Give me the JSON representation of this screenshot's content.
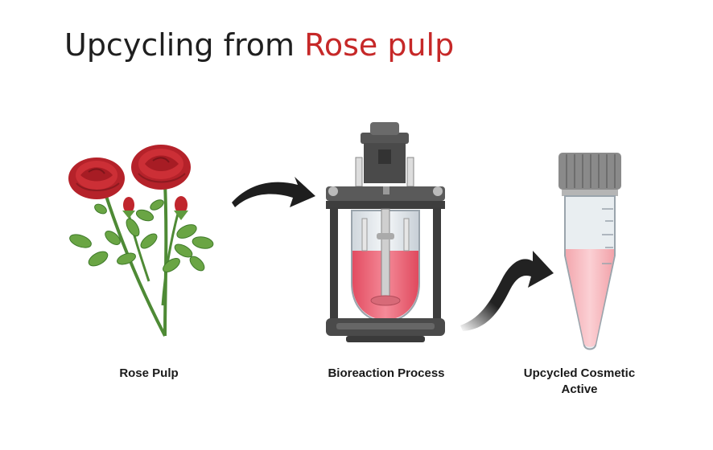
{
  "title": {
    "prefix": "Upcycling from ",
    "highlight": "Rose pulp",
    "highlight_color": "#c62828"
  },
  "steps": [
    {
      "label": "Rose Pulp",
      "icon": "rose-icon"
    },
    {
      "label": "Bioreaction Process",
      "icon": "bioreactor-icon"
    },
    {
      "label": "Upcycled Cosmetic\nActive",
      "icon": "test-tube-icon"
    }
  ],
  "arrows": [
    {
      "from": "Rose Pulp",
      "to": "Bioreaction Process",
      "icon": "curved-arrow-icon"
    },
    {
      "from": "Bioreaction Process",
      "to": "Upcycled Cosmetic\nActive",
      "icon": "curved-arrow-icon"
    }
  ],
  "colors": {
    "rose": "#c0262d",
    "leaf": "#5f9a3e",
    "liquid": "#f0707f",
    "metal": "#4a4a4a"
  }
}
